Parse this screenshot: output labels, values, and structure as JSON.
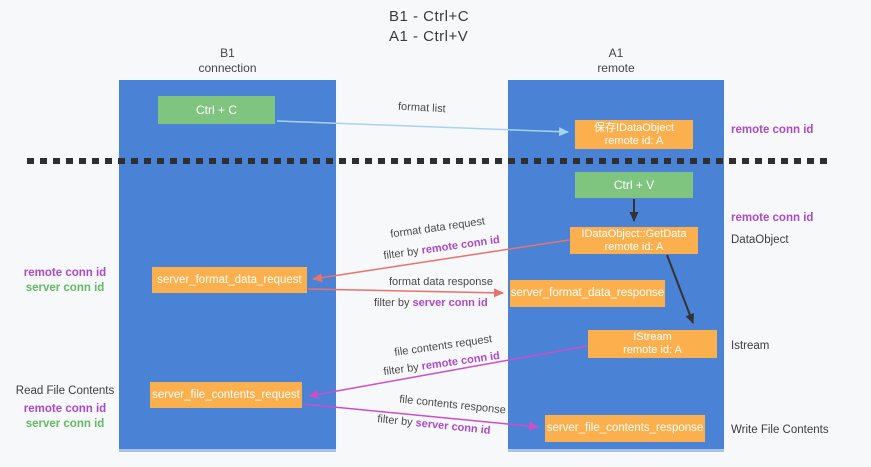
{
  "title": {
    "line1": "B1 - Ctrl+C",
    "line2": "A1 - Ctrl+V"
  },
  "columns": {
    "left": {
      "name": "B1",
      "subtitle": "connection"
    },
    "right": {
      "name": "A1",
      "subtitle": "remote"
    }
  },
  "nodes": {
    "ctrl_c": "Ctrl + C",
    "ctrl_v": "Ctrl + V",
    "save_idataobject": {
      "line1": "保存IDataObject",
      "line2": "remote id: A"
    },
    "getdata": {
      "line1": "IDataObject::GetData",
      "line2": "remote id: A"
    },
    "istream": {
      "line1": "IStream",
      "line2": "remote id: A"
    },
    "server_format_data_request": "server_format_data_request",
    "server_format_data_response": "server_format_data_response",
    "server_file_contents_request": "server_file_contents_request",
    "server_file_contents_response": "server_file_contents_response"
  },
  "annotations": {
    "format_list": "format list",
    "format_data_request": "format data request",
    "format_data_response": "format data response",
    "file_contents_request": "file contents request",
    "file_contents_response": "file contents response",
    "filter_by": "filter by ",
    "remote_conn_id": "remote conn id",
    "server_conn_id": "server conn id"
  },
  "left_labels": {
    "remote_conn_id": "remote conn id",
    "server_conn_id": "server conn id",
    "read_file_contents": "Read File Contents"
  },
  "right_labels": {
    "remote_conn_id_top": "remote conn id",
    "remote_conn_id_mid": "remote conn id",
    "dataobject": "DataObject",
    "istream": "Istream",
    "write_file_contents": "Write File Contents"
  },
  "colors": {
    "background": "#f7f8fa",
    "lifeline_blue": "#4a82d5",
    "key_green": "#7fc57f",
    "message_orange": "#fbb04d",
    "arrow_blue": "#a7d3f2",
    "arrow_red": "#e8736c",
    "arrow_magenta": "#cc4ec8",
    "arrow_black": "#333333",
    "label_purple": "#ab4bc8",
    "label_green": "#63bb63"
  }
}
